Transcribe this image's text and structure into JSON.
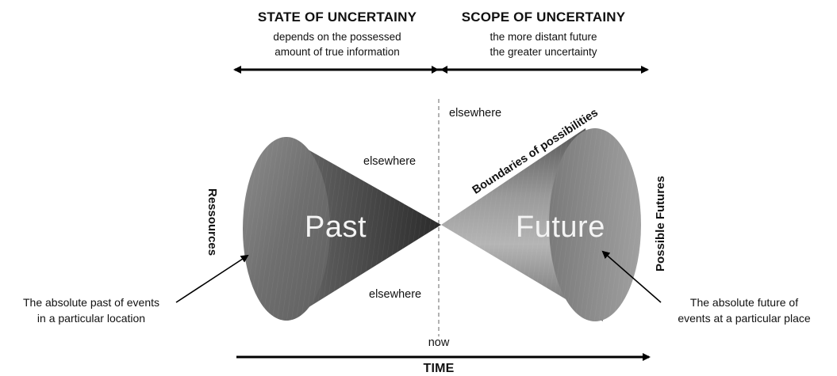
{
  "left_block": {
    "heading": "STATE OF UNCERTAINY",
    "line1": "depends on the possessed",
    "line2": "amount of true information"
  },
  "right_block": {
    "heading": "SCOPE OF UNCERTAINY",
    "line1": "the more distant future",
    "line2": "the greater uncertainty"
  },
  "labels": {
    "elsewhere_top": "elsewhere",
    "elsewhere_upper_left": "elsewhere",
    "elsewhere_lower_left": "elsewhere",
    "boundaries": "Boundaries of possibilities",
    "past": "Past",
    "future": "Future",
    "resources": "Ressources",
    "possible_futures": "Possible Futures",
    "now": "now",
    "time": "TIME"
  },
  "annotations": {
    "past_line1": "The absolute past of events",
    "past_line2": "in a particular location",
    "future_line1": "The absolute future of",
    "future_line2": "events at a particular place"
  }
}
